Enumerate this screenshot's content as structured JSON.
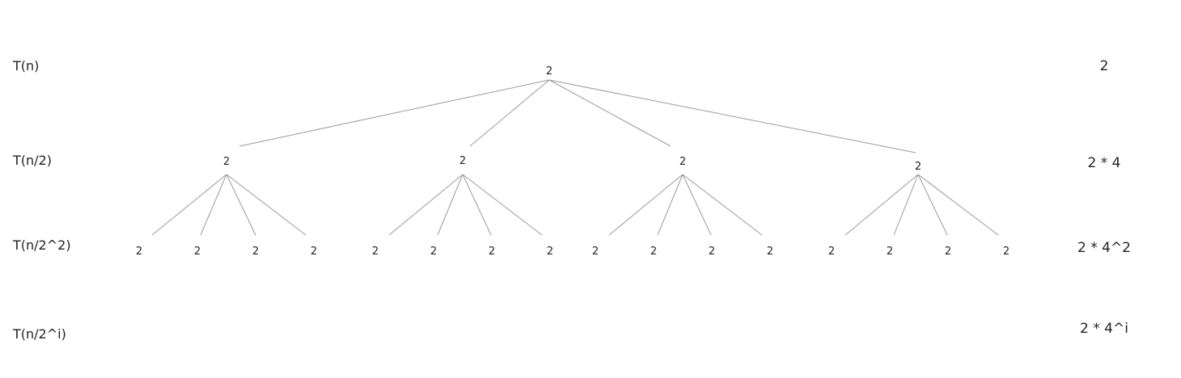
{
  "levels": [
    {
      "label": "T(n)",
      "cost": "2"
    },
    {
      "label": "T(n/2)",
      "cost": "2 * 4"
    },
    {
      "label": "T(n/2^2)",
      "cost": "2 * 4^2"
    },
    {
      "label": "T(n/2^i)",
      "cost": "2 * 4^i"
    }
  ],
  "tree": {
    "node_value": "2",
    "branching_factor": 4,
    "drawn_depth": 2
  }
}
